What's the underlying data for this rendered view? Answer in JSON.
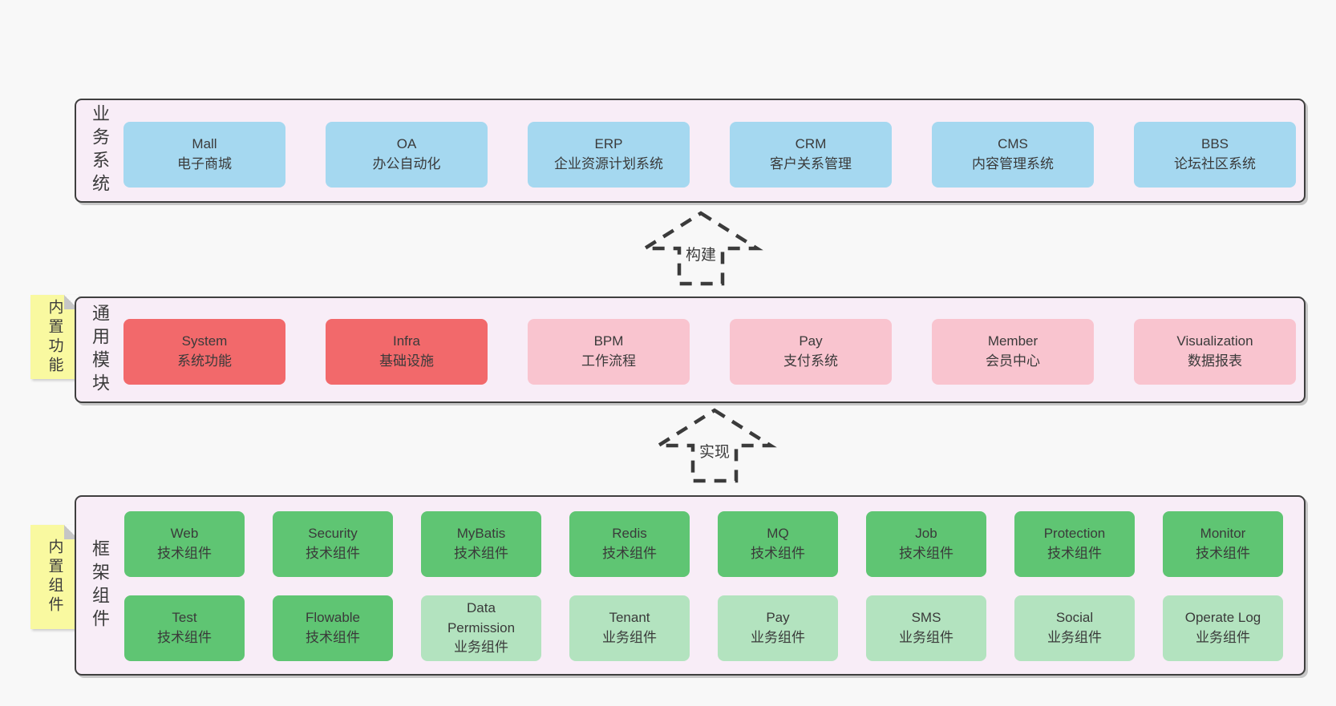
{
  "palette": {
    "background": "#f8f8f8",
    "panel_bg": "#f8edf7",
    "panel_border": "#3f3f3f",
    "business_box_blue": "#a5d8f0",
    "module_box_red": "#f2696b",
    "module_box_pink": "#f9c4cf",
    "tech_component_green": "#5fc573",
    "biz_component_light_green": "#b3e3bf",
    "sticky_yellow": "#f9f9a0",
    "text": "#3b3b3b"
  },
  "arrows": {
    "build_label": "构建",
    "implement_label": "实现"
  },
  "layers": {
    "business": {
      "label": "业务系统",
      "boxes": [
        {
          "title": "Mall",
          "subtitle": "电子商城"
        },
        {
          "title": "OA",
          "subtitle": "办公自动化"
        },
        {
          "title": "ERP",
          "subtitle": "企业资源计划系统"
        },
        {
          "title": "CRM",
          "subtitle": "客户关系管理"
        },
        {
          "title": "CMS",
          "subtitle": "内容管理系统"
        },
        {
          "title": "BBS",
          "subtitle": "论坛社区系统"
        }
      ]
    },
    "modules": {
      "label": "通用模块",
      "sticky": "内置功能",
      "boxes": [
        {
          "title": "System",
          "subtitle": "系统功能",
          "color": "red"
        },
        {
          "title": "Infra",
          "subtitle": "基础设施",
          "color": "red"
        },
        {
          "title": "BPM",
          "subtitle": "工作流程",
          "color": "pink"
        },
        {
          "title": "Pay",
          "subtitle": "支付系统",
          "color": "pink"
        },
        {
          "title": "Member",
          "subtitle": "会员中心",
          "color": "pink"
        },
        {
          "title": "Visualization",
          "subtitle": "数据报表",
          "color": "pink"
        }
      ]
    },
    "components": {
      "label": "框架组件",
      "sticky": "内置组件",
      "row1": [
        {
          "title": "Web",
          "subtitle": "技术组件",
          "color": "green"
        },
        {
          "title": "Security",
          "subtitle": "技术组件",
          "color": "green"
        },
        {
          "title": "MyBatis",
          "subtitle": "技术组件",
          "color": "green"
        },
        {
          "title": "Redis",
          "subtitle": "技术组件",
          "color": "green"
        },
        {
          "title": "MQ",
          "subtitle": "技术组件",
          "color": "green"
        },
        {
          "title": "Job",
          "subtitle": "技术组件",
          "color": "green"
        },
        {
          "title": "Protection",
          "subtitle": "技术组件",
          "color": "green"
        },
        {
          "title": "Monitor",
          "subtitle": "技术组件",
          "color": "green"
        }
      ],
      "row2": [
        {
          "title": "Test",
          "subtitle": "技术组件",
          "color": "green"
        },
        {
          "title": "Flowable",
          "subtitle": "技术组件",
          "color": "green"
        },
        {
          "title": "Data Permission",
          "subtitle": "业务组件",
          "color": "lightgreen"
        },
        {
          "title": "Tenant",
          "subtitle": "业务组件",
          "color": "lightgreen"
        },
        {
          "title": "Pay",
          "subtitle": "业务组件",
          "color": "lightgreen"
        },
        {
          "title": "SMS",
          "subtitle": "业务组件",
          "color": "lightgreen"
        },
        {
          "title": "Social",
          "subtitle": "业务组件",
          "color": "lightgreen"
        },
        {
          "title": "Operate Log",
          "subtitle": "业务组件",
          "color": "lightgreen"
        }
      ]
    }
  }
}
